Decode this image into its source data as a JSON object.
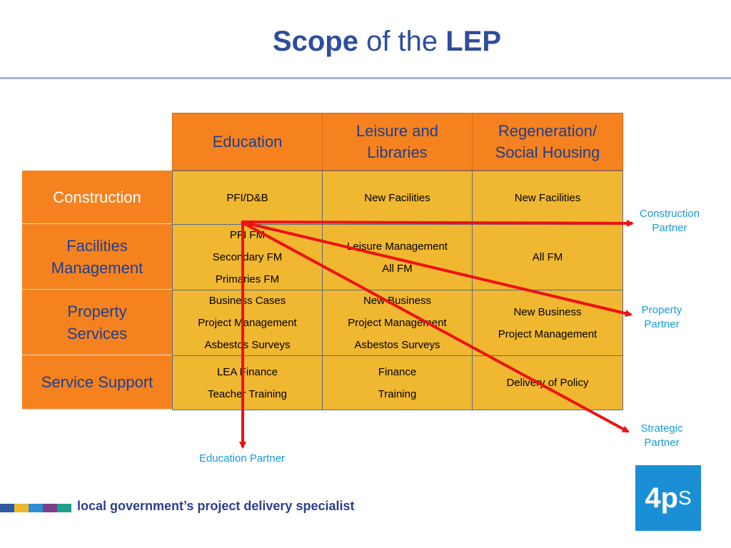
{
  "title": {
    "part1": "Scope",
    "part2": " of the ",
    "part3": "LEP"
  },
  "columns": [
    "Education",
    "Leisure and Libraries",
    "Regeneration/ Social Housing"
  ],
  "rows": [
    {
      "label": "Construction",
      "cells": [
        [
          "PFI/D&B"
        ],
        [
          "New Facilities"
        ],
        [
          "New Facilities"
        ]
      ]
    },
    {
      "label": "Facilities Management",
      "cells": [
        [
          "PFI FM",
          "Secondary FM",
          "Primaries FM"
        ],
        [
          "Leisure Management",
          "All FM"
        ],
        [
          "All FM"
        ]
      ]
    },
    {
      "label": "Property Services",
      "cells": [
        [
          "Business Cases",
          "Project Management",
          "Asbestos Surveys"
        ],
        [
          "New Business",
          "Project Management",
          "Asbestos Surveys"
        ],
        [
          "New Business",
          "Project Management"
        ]
      ]
    },
    {
      "label": "Service Support",
      "cells": [
        [
          "LEA Finance",
          "Teacher Training"
        ],
        [
          "Finance",
          "Training"
        ],
        [
          "Delivery of Policy"
        ]
      ]
    }
  ],
  "partners": {
    "construction": "Construction Partner",
    "property": "Property Partner",
    "strategic": "Strategic Partner",
    "education": "Education Partner"
  },
  "footer": {
    "tagline": "local government’s project delivery specialist",
    "logo_main": "4p",
    "logo_small": "S",
    "strip_colors": [
      "#2c5aa0",
      "#f0b730",
      "#2d8fd0",
      "#7b3f8c",
      "#1ba08e"
    ]
  },
  "colors": {
    "header_bg": "#f5821f",
    "body_bg": "#f0b730",
    "arrow": "#ee1111",
    "partner_text": "#1a9ad6"
  }
}
